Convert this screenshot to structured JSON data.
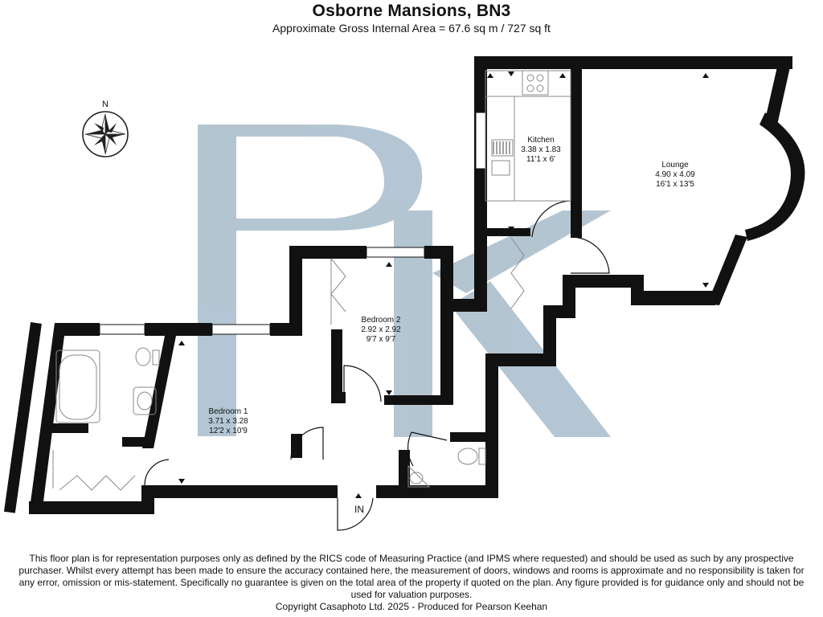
{
  "header": {
    "title": "Osborne Mansions, BN3",
    "subtitle": "Approximate Gross Internal Area = 67.6 sq m / 727 sq ft"
  },
  "compass": {
    "label": "N",
    "icon": "compass-rose-icon"
  },
  "watermark": {
    "text": "PK",
    "color": "#a7bccb"
  },
  "colors": {
    "wall": "#111111",
    "fixture": "#8a8a8a",
    "watermark": "#a7bccb"
  },
  "rooms": [
    {
      "id": "lounge",
      "name": "Lounge",
      "metric": "4.90 x 4.09",
      "imperial": "16'1 x 13'5"
    },
    {
      "id": "kitchen",
      "name": "Kitchen",
      "metric": "3.38 x 1.83",
      "imperial": "11'1 x 6'"
    },
    {
      "id": "bedroom2",
      "name": "Bedroom 2",
      "metric": "2.92 x 2.92",
      "imperial": "9'7 x 9'7"
    },
    {
      "id": "bedroom1",
      "name": "Bedroom 1",
      "metric": "3.71 x 3.28",
      "imperial": "12'2 x 10'9"
    }
  ],
  "entrance": {
    "label": "IN"
  },
  "footer": {
    "disclaimer": "This floor plan is for representation purposes only as defined by the RICS code of Measuring Practice (and IPMS where requested) and should be used as such by any prospective purchaser. Whilst every attempt has been made to ensure the accuracy contained here, the measurement of doors, windows and rooms is approximate and no responsibility is taken for any error, omission or mis-statement. Specifically no guarantee is given on the total area of the property if quoted on the plan. Any figure provided is for guidance only and should not be used for valuation purposes.",
    "copyright": "Copyright Casaphoto Ltd. 2025 - Produced for Pearson Keehan"
  }
}
